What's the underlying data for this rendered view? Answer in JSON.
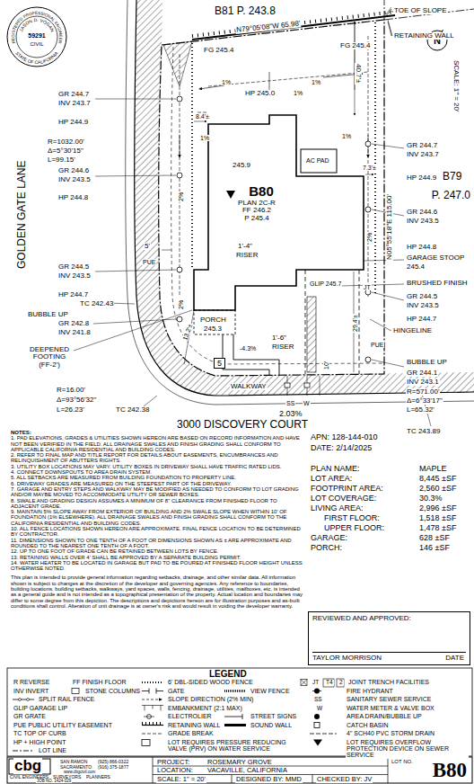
{
  "diagram": {
    "nodes": [
      {
        "text": [
          "REGISTERED PROFESSIONAL ENGINEER",
          "JASON D. VOGAN",
          "59291",
          "CIVIL",
          "STATE OF CALIFORNIA"
        ]
      },
      {
        "text": [
          "N"
        ]
      },
      {
        "text": [
          "B80",
          "PLAN 2C-R",
          "FF 246.2",
          "P 245.4"
        ]
      },
      {
        "text": [
          "5"
        ]
      },
      {
        "text": [
          "REVIEWED AND APPROVED:",
          "TAYLOR MORRISON",
          "DATE"
        ]
      },
      {
        "text": [
          "LOT NO.",
          "B80"
        ]
      }
    ],
    "labels": [
      "B81 P. 243.8",
      "N79°05'08\"W 65.98'",
      "TOE OF SLOPE",
      "RETAINING WALL",
      "FG 245.4",
      "FG 245.4",
      "40.7'±",
      "1%",
      "1%",
      "HP 245.0",
      "1%",
      "1%",
      "1%",
      "8.4'±",
      "245.9",
      "AC PAD",
      "7.3'±",
      "SCALE: 1\" = 20'",
      "GOLDEN GATE LANE",
      "GR 244.7",
      "INV 243.7",
      "HP 244.9",
      "R=1032.00'",
      "Δ=5°30'15\"",
      "L=99.15'",
      "GR 244.6",
      "INV 243.5",
      "HP 244.8",
      "5'",
      "PUE",
      "GR 244.5",
      "INV 243.5",
      "HP 244.7",
      "TC 242.43",
      "BUBBLE UP",
      "GR 242.8",
      "INV 241.8",
      "DEEPENED FOOTING (FF-2')",
      "R=16.00'",
      "Δ=93°56'32\"",
      "L=26.23'",
      "TC 242.38",
      "13.2'±",
      "B79",
      "P. 247.0",
      "GR 244.7",
      "INV 243.7",
      "HP 244.9",
      "N05°55'18\"E 115.00'",
      "GR 244.6",
      "INV 243.5",
      "HP 244.8",
      "GARAGE STOOP",
      "245.4",
      "BRUSHED FINISH",
      "GR 244.5",
      "INV 243.5",
      "HP 244.7",
      "HINGELINE",
      "PUE",
      "BUBBLE UP",
      "GR 244.1",
      "INV 243.1",
      "R=571.00'",
      "Δ=6°33'17\"",
      "L=65.32'",
      "TC 243.89",
      "1'-4\"",
      "RISER",
      "GLIP 245.7",
      "29.4'±",
      "PORCH",
      "245.3",
      "-4.3%",
      "1'-6\"",
      "RISER",
      "10'",
      "JT",
      "2%",
      "2%",
      "2%",
      "WALKWAY",
      "SS",
      "W",
      "2.03%",
      "3000 DISCOVERY COURT",
      "NOTES:",
      "1. PAD ELEVATIONS, GRADES & UTILITIES SHOWN HEREON ARE BASED ON RECORD INFORMATION AND HAVE NOT BEEN VERIFIED IN THE FIELD. ALL DRAINAGE SWALES AND FINISH GRADING SHALL CONFORM TO APPLICABLE CALIFORNIA RESIDENTIAL AND BUILDING CODES.",
      "2. REFER TO FINAL MAP AND TITLE REPORT FOR DETAILS ABOUT EASEMENTS, ENCUMBRANCES AND RELINQUISHMENT OF ABUTTERS RIGHTS.",
      "3. UTILITY BOX LOCATIONS MAY VARY. UTILITY BOXES IN DRIVEWAY SHALL HAVE TRAFFIC RATED LIDS.",
      "4. CONNECT DOWNSPOUTS TO AREA DRAIN SYSTEM.",
      "5. ALL SETBACKS ARE MEASURED FROM BUILDING FOUNDATION TO PROPERTY LINE.",
      "6. DRIVEWAY GRADES ARE MEASURED ON THE STEEPEST PART OF THE DRIVEWAY.",
      "7. GARAGE AND ENTRY STEPS AND WALKWAY MAY BE MODIFIED AS NEEDED TO CONFORM TO LOT GRADING AND/OR MAYBE MOVED TO ACCOMMODATE UTILITY OR SEWER BOXES.",
      "8. SWALE AND GRADING DESIGN ASSUMES A MINIMUM OF 8\" CLEARANCE FROM FINISHED FLOOR TO ADJACENT GRADE.",
      "9. MAINTAIN 5% SLOPE AWAY FROM EXTERIOR OF BUILDING AND 2% SWALE SLOPE WHEN WITHIN 10' OF FOUNDATION (1% ELSEWHERE). ALL DRAINAGE SWALES AND FINISH GRADING SHALL CONFORM TO THE CALIFORNIA RESIDENTIAL AND BUILDING CODES.",
      "10. ALL FENCE LOCATIONS SHOWN HEREON ARE APPROXIMATE. FINAL FENCE LOCATION TO BE DETERMINED BY CONTRACTOR.",
      "11. DIMENSIONS SHOWN TO ONE TENTH OF A FOOT OR DIMENSIONS SHOWN AS ± ARE APPROXIMATE AND ROUNDED TO THE NEAREST ONE TENTH OF A FOOT.",
      "12. UP TO ONE FOOT OF GRADE CAN BE RETAINED BETWEEN LOTS BY FENCE.",
      "13. RETAINING WALLS OVER 4' SHALL BE APPROVED BY A SEPARATE BUILDING PERMIT.",
      "14. WATER HEATER TO BE LOCATED IN GARAGE BUT PAD TO BE POURED AT FINISHED FLOOR HEIGHT UNLESS OTHERWISE NOTED.",
      "This plan is intended to provide general information regarding setbacks, drainage, and other similar data. All information shown is subject to changes at the discretion of the developer and governing agencies. Any reference to boundaries, building locations, building setbacks, walkways, yard spaces, walls, fencing, drainage, utilities, mailboxes, etc. is intended as a general guide and is not intended as a topographical presentation of the property. Actual location and boundaries may differ to some degree from this depiction. The descriptions and depictions hereon are for illustration purposes and as-built conditions shall control. Alteration of unit drainage is at owner's risk and would result in voiding the developer warranty.",
      "APN: 128-144-010",
      "DATE: 2/14/2025",
      "PLAN NAME:",
      "MAPLE",
      "LOT AREA:",
      "8,445 ±SF",
      "FOOTPRINT AREA:",
      "2,560 ±SF",
      "LOT COVERAGE:",
      "30.3%",
      "LIVING AREA:",
      "2,996 ±SF",
      "FIRST FLOOR:",
      "1,518 ±SF",
      "UPPER FLOOR:",
      "1,478 ±SF",
      "GARAGE:",
      "628 ±SF",
      "PORCH:",
      "146 ±SF",
      "LEGEND",
      "JT",
      "T4",
      "2",
      "SS",
      "W",
      "cbg",
      "SAN RAMON",
      "SACRAMENTO",
      "(925) 866-0322",
      "(916) 375-1877",
      "www.cbgcivil.com",
      "CIVIL ENGINEERS",
      "SURVEYORS",
      "PLANNERS",
      "JOB NO. 1424-029",
      "PROJECT:",
      "ROSEMARY GROVE",
      "LOCATION:",
      "VACAVILLE, CALIFORNIA",
      "SCALE: 1\" = 20'",
      "DESIGNED BY: MMD",
      "CHECKED BY: JV"
    ],
    "legend": [
      {
        "text": "R REVERSE"
      },
      {
        "text": "FF FINISH FLOOR"
      },
      {
        "text": "INV INVERT"
      },
      {
        "text": "STONE COLUMNS"
      },
      {
        "text": "SPLIT RAIL FENCE"
      },
      {
        "text": "GLIP GARAGE LIP"
      },
      {
        "text": "GR GRATE"
      },
      {
        "text": "PUE PUBLIC UTILITY EASEMENT"
      },
      {
        "text": "TC TOP OF CURB"
      },
      {
        "text": "HP + HIGH POINT"
      },
      {
        "text": "LOT LINE"
      },
      {
        "text": "6' DBL-SIDED WOOD FENCE"
      },
      {
        "text": "GATE"
      },
      {
        "text": "VIEW FENCE"
      },
      {
        "text": "SLOPE DIRECTION (2% MIN)"
      },
      {
        "text": "EMBANKMENT (2:1 MAX)"
      },
      {
        "text": "ELECTROLIER"
      },
      {
        "text": "STREET SIGNS"
      },
      {
        "text": "RETAINING WALL"
      },
      {
        "text": "SOUND WALL"
      },
      {
        "text": "GRADE BREAK"
      },
      {
        "text": "LOT REQUIRES PRESSURE REDUCING VALVE (PRV) ON WATER SERVICE"
      },
      {
        "text": "JOINT TRENCH FACILITIES"
      },
      {
        "text": "FIRE HYDRANT"
      },
      {
        "text": "SANITARY SEWER SERVICE"
      },
      {
        "text": "WATER METER & VALVE BOX"
      },
      {
        "text": "AREA DRAIN/BUBBLE UP"
      },
      {
        "text": "CATCH BASIN"
      },
      {
        "text": "4\" SCH40 PVC STORM DRAIN"
      },
      {
        "text": "LOT REQUIRES OVERFLOW PROTECTION DEVICE ON SEWER SERVICE"
      }
    ]
  }
}
